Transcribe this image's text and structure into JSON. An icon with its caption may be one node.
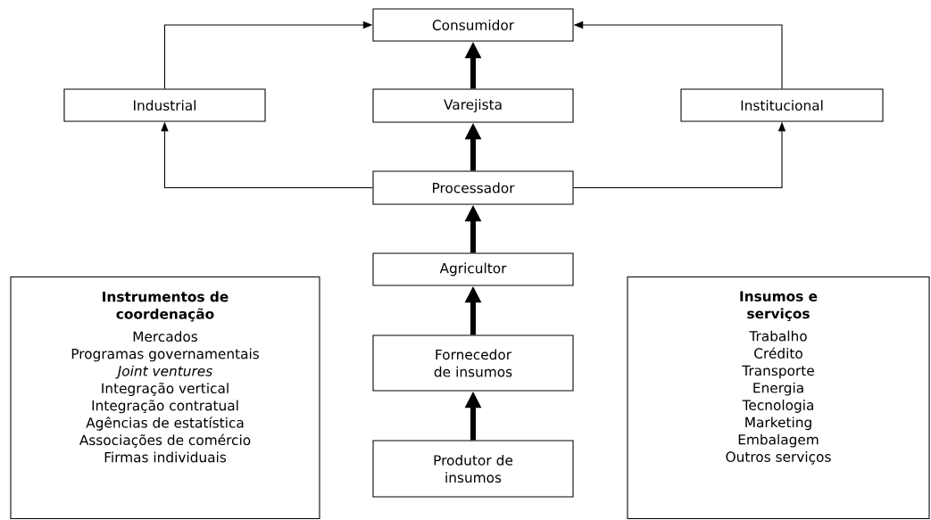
{
  "diagram": {
    "nodes": [
      {
        "text": [
          "Consumidor"
        ]
      },
      {
        "text": [
          "Industrial"
        ]
      },
      {
        "text": [
          "Varejista"
        ]
      },
      {
        "text": [
          "Institucional"
        ]
      },
      {
        "text": [
          "Processador"
        ]
      },
      {
        "text": [
          "Agricultor"
        ]
      },
      {
        "text": [
          "Instrumentos de coordenação",
          "Mercados",
          "Programas governamentais",
          "*Joint ventures*",
          "Integração vertical",
          "Integração contratual",
          "Agências de estatística",
          "Associações de comércio",
          "Firmas individuais"
        ]
      },
      {
        "text": [
          "Fornecedor de insumos"
        ]
      },
      {
        "text": [
          "Insumos e serviços",
          "Trabalho",
          "Crédito",
          "Transporte",
          "Energia",
          "Tecnologia",
          "Marketing",
          "Embalagem",
          "Outros serviços"
        ]
      },
      {
        "text": [
          "Produtor de insumos"
        ]
      }
    ],
    "edges": [
      {
        "from": 1,
        "to": 0,
        "arrow": "to"
      },
      {
        "from": 3,
        "to": 0,
        "arrow": "to"
      },
      {
        "from": 2,
        "to": 0,
        "arrow": "to"
      },
      {
        "from": 4,
        "to": 2,
        "arrow": "to"
      },
      {
        "from": 4,
        "to": 1,
        "arrow": "to"
      },
      {
        "from": 4,
        "to": 3,
        "arrow": "to"
      },
      {
        "from": 5,
        "to": 4,
        "arrow": "to"
      },
      {
        "from": 7,
        "to": 5,
        "arrow": "to"
      },
      {
        "from": 9,
        "to": 7,
        "arrow": "to"
      }
    ]
  }
}
